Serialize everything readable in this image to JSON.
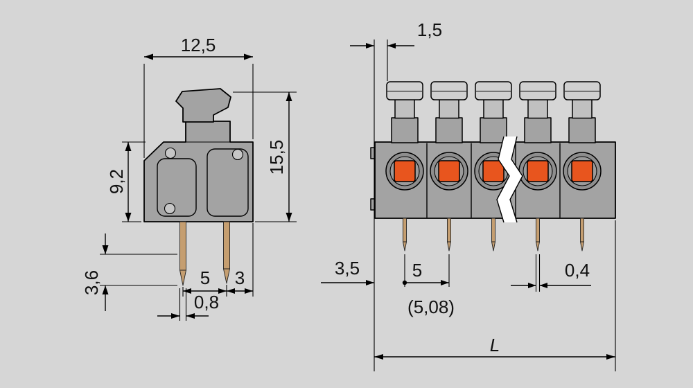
{
  "colors": {
    "background": "#d6d6d6",
    "housing": "#a3a3a3",
    "button": "#d0d0d0",
    "button_shade": "#c0c0c0",
    "opening": "#8e8e8e",
    "opening_ring": "#9b9b9b",
    "accent_orange": "#e8551e",
    "pin_metal": "#c59e70",
    "hole": "#c6c6c6",
    "break_fill": "#ffffff",
    "line": "#000000"
  },
  "side_view": {
    "dim_width": "12,5",
    "dim_height_total": "15,5",
    "dim_height_body": "9,2",
    "dim_pin_tip": "3,6",
    "dim_pin_pitch": "5",
    "dim_pin_edge": "3",
    "dim_pin_thickness": "0,8"
  },
  "front_view": {
    "pole_count": 5,
    "dim_button_offset": "1,5",
    "dim_edge_to_first_pin": "3,5",
    "dim_pole_pitch": "5",
    "dim_pole_pitch_alt": "(5,08)",
    "dim_pin_width": "0,4",
    "dim_total_length": "L"
  }
}
